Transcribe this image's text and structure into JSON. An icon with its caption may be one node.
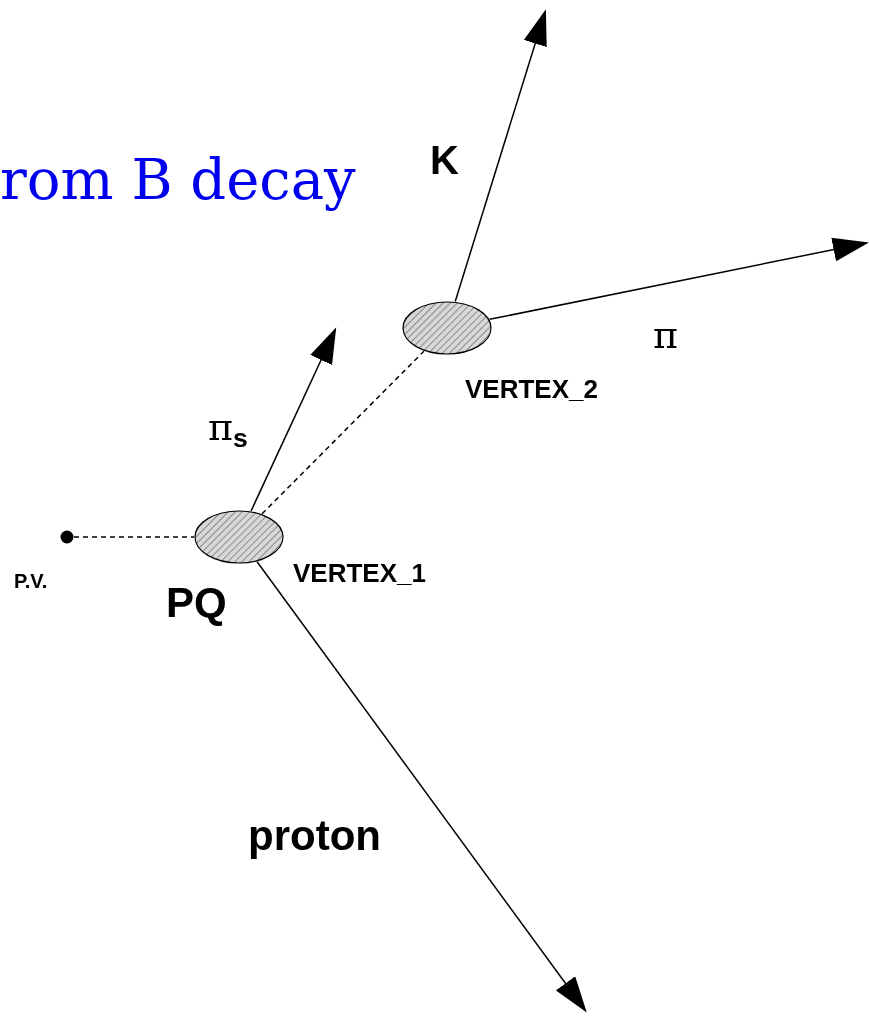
{
  "diagram": {
    "title": "rom B decay",
    "nodes": [
      {
        "text": [],
        "shape": "circle",
        "beside": [
          "P.V."
        ]
      },
      {
        "text": [],
        "shape": "ellipse",
        "beside": [
          "VERTEX_1",
          "PQ"
        ]
      },
      {
        "text": [],
        "shape": "ellipse",
        "beside": [
          "VERTEX_2"
        ]
      }
    ],
    "edges": [
      {
        "from": 0,
        "to": 1,
        "arrow": "none",
        "style": "dashed"
      },
      {
        "from": 1,
        "to": 2,
        "arrow": "none",
        "style": "dashed"
      },
      {
        "from": 1,
        "to": null,
        "arrow": "to",
        "label": "π$_{s}$"
      },
      {
        "from": 1,
        "to": null,
        "arrow": "to",
        "label": "proton"
      },
      {
        "from": 2,
        "to": null,
        "arrow": "to",
        "label": "K"
      },
      {
        "from": 2,
        "to": null,
        "arrow": "to",
        "label": "π"
      }
    ]
  }
}
